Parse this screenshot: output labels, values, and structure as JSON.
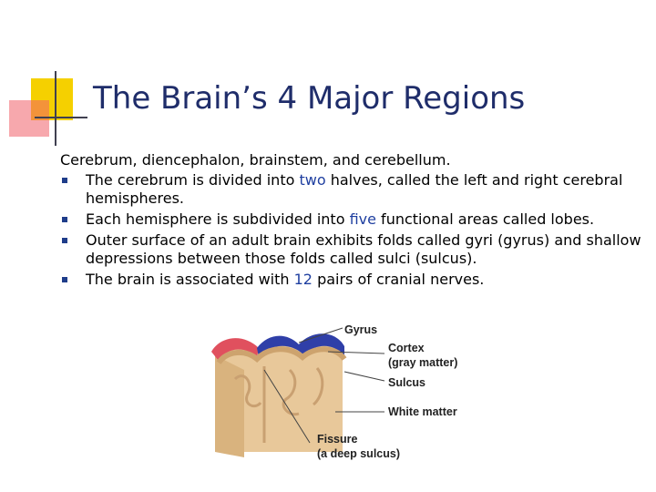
{
  "slide": {
    "title": "The Brain’s 4 Major Regions",
    "intro": "Cerebrum, diencephalon, brainstem, and cerebellum.",
    "bullets": [
      {
        "before": "The cerebrum is divided into ",
        "highlight": "two",
        "after": " halves, called the left and right cerebral hemispheres."
      },
      {
        "before": "Each hemisphere is subdivided into ",
        "highlight": "five",
        "after": " functional areas called lobes."
      },
      {
        "before": "Outer surface of an adult brain exhibits folds called gyri (gyrus) and shallow depressions between those folds called sulci (sulcus).",
        "highlight": "",
        "after": ""
      },
      {
        "before": "The brain is associated with ",
        "highlight": "12",
        "after": " pairs of cranial nerves."
      }
    ]
  },
  "figure": {
    "labels": {
      "gyrus": "Gyrus",
      "cortex_1": "Cortex",
      "cortex_2": "(gray matter)",
      "sulcus": "Sulcus",
      "white_matter": "White matter",
      "fissure_1": "Fissure",
      "fissure_2": "(a deep sulcus)"
    }
  },
  "colors": {
    "title": "#1f2d6a",
    "highlight": "#1f3fa0",
    "accent_yellow": "#f5d000",
    "accent_red": "#f0606a",
    "cortex_blue": "#2f3fa8",
    "cortex_red": "#e0505e",
    "white_matter": "#e8c89a"
  }
}
